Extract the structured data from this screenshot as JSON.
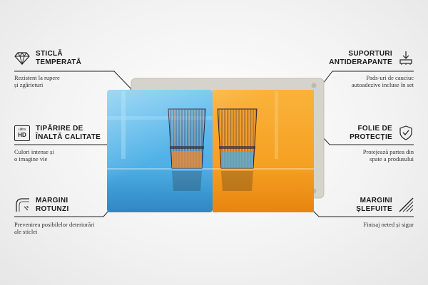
{
  "features": [
    {
      "id": "tempered",
      "title_line1": "Sticlă",
      "title_line2": "temperată",
      "desc_line1": "Rezistent la rupere",
      "desc_line2": "și zgârieturi",
      "icon": "diamond-icon"
    },
    {
      "id": "print",
      "title_line1": "Tipărire de",
      "title_line2": "înaltă calitate",
      "desc_line1": "Culori intense și",
      "desc_line2": "o imagine vie",
      "icon": "ultra-hd-icon",
      "icon_text_top": "ultra",
      "icon_text_bottom": "HD"
    },
    {
      "id": "edges",
      "title_line1": "Margini",
      "title_line2": "rotunzi",
      "desc_line1": "Prevenirea posibilelor deteriorări",
      "desc_line2": "ale sticlei",
      "icon": "rounded-corner-icon"
    },
    {
      "id": "supports",
      "title_line1": "Suporturi",
      "title_line2": "antiderapante",
      "desc_line1": "Pads-uri de cauciuc",
      "desc_line2": "autoadezive incluse în set",
      "icon": "anti-slip-icon"
    },
    {
      "id": "film",
      "title_line1": "Folie de",
      "title_line2": "protecție",
      "desc_line1": "Protejează partea din",
      "desc_line2": "spate a produsului",
      "icon": "shield-check-icon"
    },
    {
      "id": "polished",
      "title_line1": "Margini",
      "title_line2": "șlefuite",
      "desc_line1": "Finisaj neted și sigur",
      "desc_line2": "",
      "icon": "polished-edge-icon"
    }
  ],
  "colors": {
    "blue": "#5fb8ea",
    "orange": "#f7a62c",
    "line": "#222222",
    "backplate": "#d9d6cf"
  }
}
